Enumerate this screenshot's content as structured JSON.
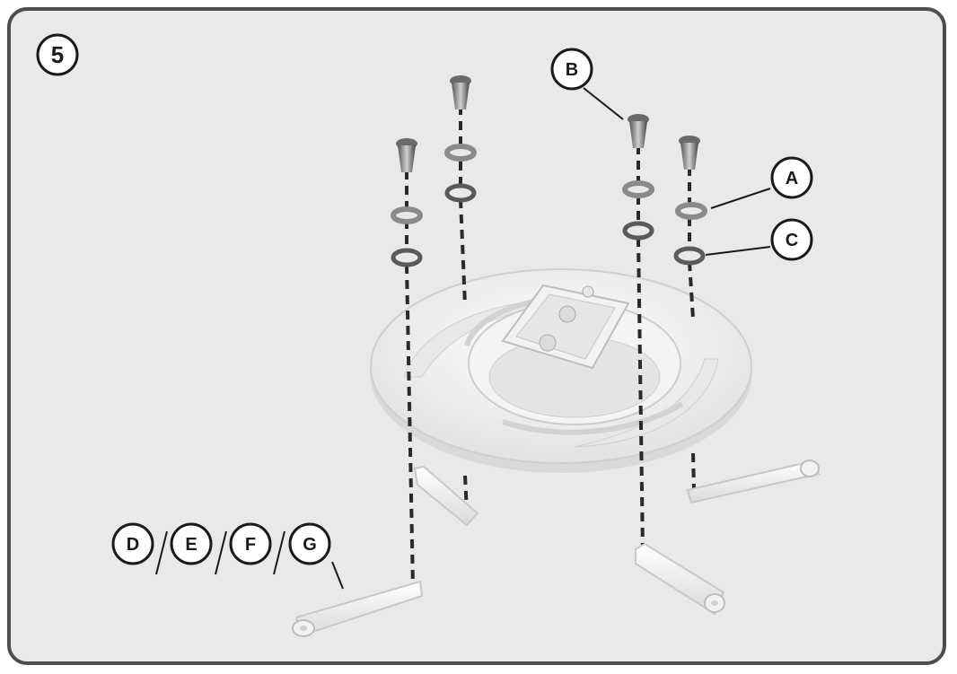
{
  "step": {
    "number": "5"
  },
  "callouts": {
    "a": "A",
    "b": "B",
    "c": "C",
    "d": "D",
    "e": "E",
    "f": "F",
    "g": "G"
  },
  "colors": {
    "frame_border": "#4d4d4d",
    "background": "#e9e9e9",
    "part_fill": "#f7f7f7",
    "part_outline": "#c8c8c8",
    "dash_line": "#2a2a2a",
    "callout_stroke": "#1a1a1a"
  }
}
